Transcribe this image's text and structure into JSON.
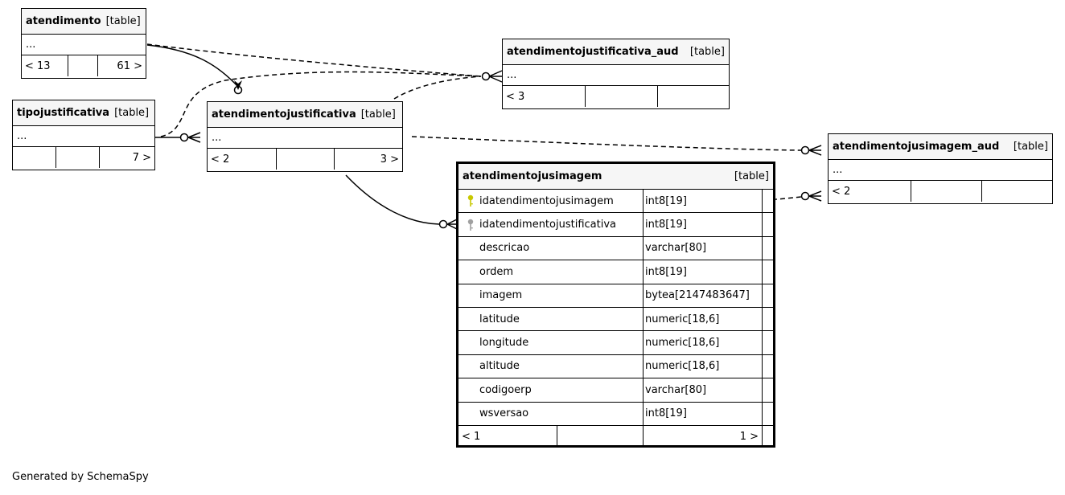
{
  "tables": {
    "atendimento": {
      "name": "atendimento",
      "tag": "[table]",
      "ellipsis": "...",
      "parents": "< 13",
      "children": "61 >"
    },
    "tipojustificativa": {
      "name": "tipojustificativa",
      "tag": "[table]",
      "ellipsis": "...",
      "children": "7 >"
    },
    "atendimentojustificativa": {
      "name": "atendimentojustificativa",
      "tag": "[table]",
      "ellipsis": "...",
      "parents": "< 2",
      "children": "3 >"
    },
    "atendimentojustificativa_aud": {
      "name": "atendimentojustificativa_aud",
      "tag": "[table]",
      "ellipsis": "...",
      "parents": "< 3"
    },
    "atendimentojusimagem_aud": {
      "name": "atendimentojusimagem_aud",
      "tag": "[table]",
      "ellipsis": "...",
      "parents": "< 2"
    },
    "atendimentojusimagem": {
      "name": "atendimentojusimagem",
      "tag": "[table]",
      "columns": [
        {
          "name": "idatendimentojusimagem",
          "type": "int8[19]",
          "key": "primary-key-icon"
        },
        {
          "name": "idatendimentojustificativa",
          "type": "int8[19]",
          "key": "foreign-key-icon"
        },
        {
          "name": "descricao",
          "type": "varchar[80]",
          "key": ""
        },
        {
          "name": "ordem",
          "type": "int8[19]",
          "key": ""
        },
        {
          "name": "imagem",
          "type": "bytea[2147483647]",
          "key": ""
        },
        {
          "name": "latitude",
          "type": "numeric[18,6]",
          "key": ""
        },
        {
          "name": "longitude",
          "type": "numeric[18,6]",
          "key": ""
        },
        {
          "name": "altitude",
          "type": "numeric[18,6]",
          "key": ""
        },
        {
          "name": "codigoerp",
          "type": "varchar[80]",
          "key": ""
        },
        {
          "name": "wsversao",
          "type": "int8[19]",
          "key": ""
        }
      ],
      "parents": "< 1",
      "children": "1 >"
    }
  },
  "colors": {
    "primary_key": "#c8c800",
    "foreign_key": "#a0a0a0",
    "header_bg": "#f6f6f6"
  },
  "footer": "Generated by SchemaSpy"
}
